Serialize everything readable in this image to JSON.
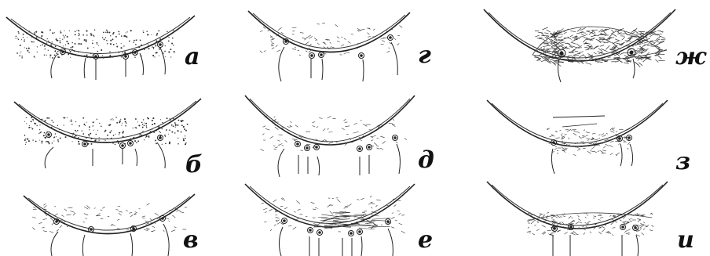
{
  "figure": {
    "panels": [
      {
        "id": "a",
        "label": "а",
        "fill": "dots"
      },
      {
        "id": "b",
        "label": "б",
        "fill": "dots"
      },
      {
        "id": "v",
        "label": "в",
        "fill": "dashes"
      },
      {
        "id": "g",
        "label": "г",
        "fill": "dashes"
      },
      {
        "id": "d",
        "label": "д",
        "fill": "dashes"
      },
      {
        "id": "e",
        "label": "е",
        "fill": "lens"
      },
      {
        "id": "zh",
        "label": "ж",
        "fill": "dense-mound"
      },
      {
        "id": "z",
        "label": "з",
        "fill": "loose-mound"
      },
      {
        "id": "i",
        "label": "и",
        "fill": "full-lens"
      }
    ]
  }
}
